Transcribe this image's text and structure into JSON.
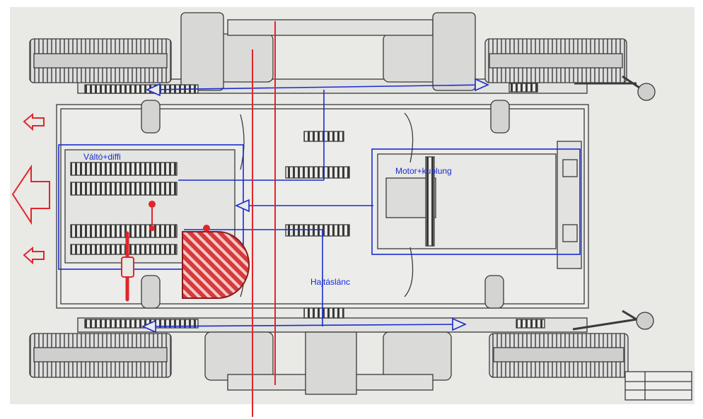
{
  "labels": {
    "gearbox": "Váltó+diffi",
    "motor": "Motor+kuplung",
    "chain": "Hajtáslánc"
  },
  "colors": {
    "paper": "#e9e9e6",
    "ink": "#3a3a3a",
    "annotation_blue": "#1a2bd0",
    "annotation_red": "#e0262b",
    "hatch_fill": "#d63a3a"
  },
  "icons": {
    "direction": "arrow-left-outline-icon",
    "flow": "arrow-head-icon"
  }
}
